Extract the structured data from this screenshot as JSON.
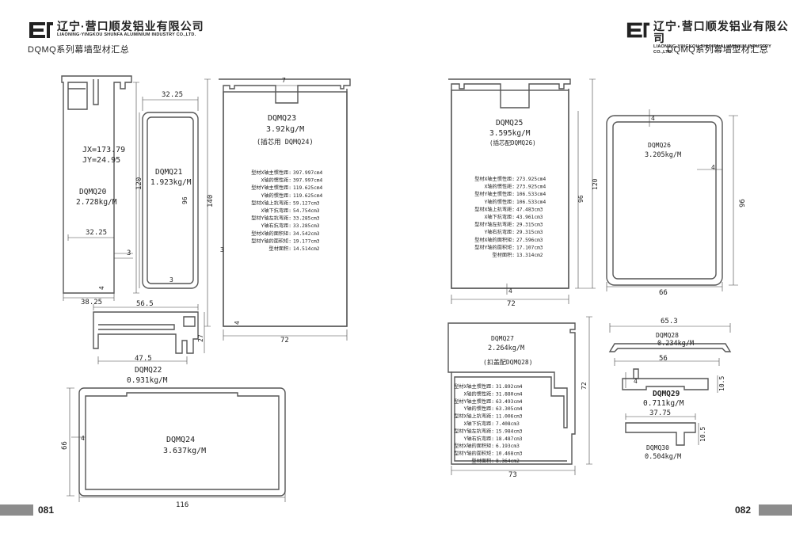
{
  "company": {
    "name_cn": "辽宁·营口顺发铝业有限公司",
    "name_en": "LIAONING·YINGKOU SHUNFA ALUMINIUM INDUSTRY CO.,LTD."
  },
  "series_title": "DQMQ系列幕墙型材汇总",
  "page_left": "081",
  "page_right": "082",
  "left": {
    "dqmq20": {
      "jx": "JX=173.79",
      "jy": "JY=24.95",
      "name": "DQMQ20",
      "weight": "2.728kg/M",
      "d_width": "38.25",
      "d_inner": "32.25",
      "d_height": "120",
      "d_t1": "3",
      "d_t2": "4"
    },
    "dqmq21": {
      "name": "DQMQ21",
      "weight": "1.923kg/M",
      "d_width": "32.25",
      "d_height": "96",
      "d_t": "3"
    },
    "dqmq23": {
      "name": "DQMQ23",
      "weight": "3.92kg/M",
      "note": "(插芯用 DQMQ24)",
      "d_top": "7",
      "d_height": "140",
      "d_width": "72",
      "d_t1": "3",
      "d_t2": "4",
      "props": [
        {
          "k": "型材X轴主惯性距:",
          "v": "397.997cm4"
        },
        {
          "k": "X轴的惯性距:",
          "v": "397.997cm4"
        },
        {
          "k": "型材Y轴主惯性距:",
          "v": "119.625cm4"
        },
        {
          "k": "Y轴的惯性距:",
          "v": "119.625cm4"
        },
        {
          "k": "型材X轴上抗弯距:",
          "v": "59.127cm3"
        },
        {
          "k": "X轴下抗弯距:",
          "v": "54.754cm3"
        },
        {
          "k": "型材Y轴左抗弯距:",
          "v": "33.285cm3"
        },
        {
          "k": "Y轴右抗弯距:",
          "v": "33.285cm3"
        },
        {
          "k": "型材X轴的面积矩:",
          "v": "34.542cm3"
        },
        {
          "k": "型材Y轴的面积矩:",
          "v": "19.177cm3"
        },
        {
          "k": "型材面积:",
          "v": "14.514cm2"
        }
      ]
    },
    "dqmq22": {
      "name": "DQMQ22",
      "weight": "0.931kg/M",
      "d_top": "56.5",
      "d_bottom": "47.5",
      "d_h": "27"
    },
    "dqmq24": {
      "name": "DQMQ24",
      "weight": "3.637kg/M",
      "d_width": "116",
      "d_height": "66",
      "d_t": "4"
    }
  },
  "right": {
    "dqmq25": {
      "name": "DQMQ25",
      "weight": "3.595kg/M",
      "note": "(插芯配DQMQ26)",
      "d_width": "72",
      "d_h1": "96",
      "d_h2": "120",
      "d_t": "4",
      "props": [
        {
          "k": "型材X轴主惯性距:",
          "v": "273.925cm4"
        },
        {
          "k": "X轴的惯性距:",
          "v": "273.925cm4"
        },
        {
          "k": "型材Y轴主惯性距:",
          "v": "106.533cm4"
        },
        {
          "k": "Y轴的惯性距:",
          "v": "106.533cm4"
        },
        {
          "k": "型材X轴上抗弯距:",
          "v": "47.483cm3"
        },
        {
          "k": "X轴下抗弯距:",
          "v": "43.961cm3"
        },
        {
          "k": "型材Y轴左抗弯距:",
          "v": "29.315cm3"
        },
        {
          "k": "Y轴右抗弯距:",
          "v": "29.315cm3"
        },
        {
          "k": "型材X轴的面积矩:",
          "v": "27.596cm3"
        },
        {
          "k": "型材Y轴的面积矩:",
          "v": "17.107cm3"
        },
        {
          "k": "型材面积:",
          "v": "13.314cm2"
        }
      ]
    },
    "dqmq26": {
      "name": "DQMQ26",
      "weight": "3.205kg/M",
      "d_width": "66",
      "d_height": "96",
      "d_t1": "4",
      "d_t2": "4"
    },
    "dqmq27": {
      "name": "DQMQ27",
      "weight": "2.264kg/M",
      "note": "(扣盖配DQMQ28)",
      "d_width": "73",
      "d_height": "72",
      "props": [
        {
          "k": "型材X轴主惯性距:",
          "v": "31.892cm4"
        },
        {
          "k": "X轴的惯性距:",
          "v": "31.880cm4"
        },
        {
          "k": "型材Y轴主惯性距:",
          "v": "63.493cm4"
        },
        {
          "k": "Y轴的惯性距:",
          "v": "63.305cm4"
        },
        {
          "k": "型材X轴上抗弯距:",
          "v": "11.006cm3"
        },
        {
          "k": "X轴下抗弯距:",
          "v": "7.408cm3"
        },
        {
          "k": "型材Y轴左抗弯距:",
          "v": "15.984cm3"
        },
        {
          "k": "Y轴右抗弯距:",
          "v": "18.487cm3"
        },
        {
          "k": "型材X轴的面积矩:",
          "v": "6.193cm3"
        },
        {
          "k": "型材Y轴的面积矩:",
          "v": "10.468cm3"
        },
        {
          "k": "型材面积:",
          "v": "8.364cm2"
        }
      ]
    },
    "dqmq28": {
      "name": "DQMQ28",
      "weight": "0.234kg/M",
      "d_width": "65.3"
    },
    "dqmq29": {
      "name": "DQMQ29",
      "weight": "0.711kg/M",
      "d_width": "56",
      "d_h": "10.5",
      "d_t": "4"
    },
    "dqmq30": {
      "name": "DQMQ30",
      "weight": "0.504kg/M",
      "d_width": "37.75",
      "d_h": "10.5"
    }
  },
  "colors": {
    "page_bar": "#8c8c8c",
    "profile_stroke": "#555555"
  }
}
